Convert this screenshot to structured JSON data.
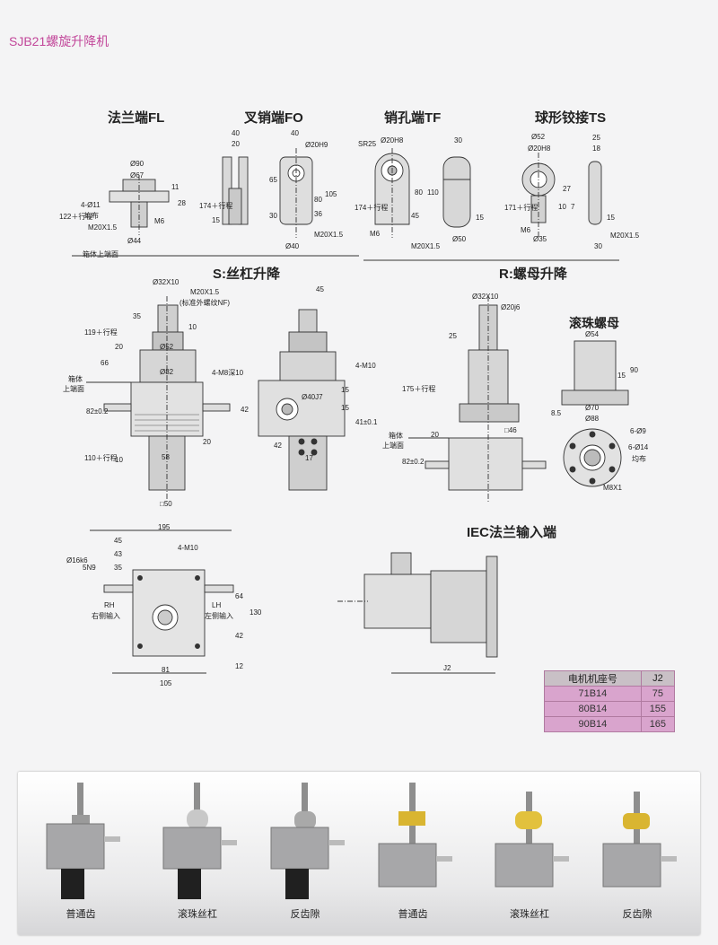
{
  "header": {
    "title": "SJB21螺旋升降机"
  },
  "ends": [
    {
      "title": "法兰端FL",
      "labels": [
        "Ø90",
        "Ø67",
        "4-Ø11",
        "均布",
        "M20X1.5",
        "Ø44",
        "M6",
        "28",
        "11",
        "122＋行程",
        "箱体上端面"
      ]
    },
    {
      "title": "叉销端FO",
      "labels": [
        "40",
        "20",
        "40",
        "Ø20H9",
        "65",
        "80",
        "105",
        "30",
        "15",
        "36",
        "174＋行程",
        "Ø40",
        "M20X1.5"
      ]
    },
    {
      "title": "销孔端TF",
      "labels": [
        "SR25",
        "Ø20H8",
        "30",
        "80",
        "110",
        "45",
        "15",
        "174＋行程",
        "M6",
        "Ø50",
        "M20X1.5"
      ]
    },
    {
      "title": "球形铰接TS",
      "labels": [
        "Ø52",
        "Ø20H8",
        "25",
        "18",
        "27",
        "10",
        "7",
        "15",
        "171＋行程",
        "M6",
        "Ø35",
        "30",
        "M20X1.5"
      ]
    }
  ],
  "s_section": {
    "title": "S:丝杠升降",
    "labels": [
      "Ø32X10",
      "M20X1.5",
      "(标准外螺纹NF)",
      "35",
      "10",
      "Ø52",
      "119＋行程",
      "20",
      "66",
      "Ø82",
      "箱体",
      "上端面",
      "82±0.2",
      "20",
      "10",
      "110＋行程",
      "58",
      "□50",
      "45",
      "4-M8深10",
      "4-M10",
      "15",
      "Ø40J7",
      "15",
      "42",
      "41±0.1",
      "42",
      "17"
    ]
  },
  "r_section": {
    "title": "R:螺母升降",
    "labels": [
      "Ø32X10",
      "Ø20j6",
      "25",
      "175＋行程",
      "□46",
      "20",
      "箱体",
      "上端面",
      "82±0.2"
    ]
  },
  "ball_nut": {
    "title": "滚珠螺母",
    "labels": [
      "Ø54",
      "15",
      "90",
      "Ø70",
      "Ø88",
      "8.5",
      "6-Ø9",
      "6-Ø14",
      "均布",
      "M8X1"
    ]
  },
  "plan_view": {
    "labels": [
      "195",
      "45",
      "43",
      "35",
      "Ø16k6",
      "5N9",
      "4-M10",
      "RH",
      "右侧输入",
      "LH",
      "左侧输入",
      "64",
      "130",
      "42",
      "12",
      "81",
      "105"
    ]
  },
  "iec": {
    "title": "IEC法兰输入端",
    "labels": [
      "J2"
    ]
  },
  "motor_table": {
    "headers": [
      "电机机座号",
      "J2"
    ],
    "rows": [
      [
        "71B14",
        "75"
      ],
      [
        "80B14",
        "155"
      ],
      [
        "90B14",
        "165"
      ]
    ]
  },
  "products": [
    {
      "caption": "普通齿",
      "nut": "#9a9a9a"
    },
    {
      "caption": "滚珠丝杠",
      "nut": "#c8c8c8"
    },
    {
      "caption": "反齿隙",
      "nut": "#a9a9a9"
    },
    {
      "caption": "普通齿",
      "nut": "#d9b531"
    },
    {
      "caption": "滚珠丝杠",
      "nut": "#e2c13d"
    },
    {
      "caption": "反齿隙",
      "nut": "#d9b531"
    }
  ]
}
